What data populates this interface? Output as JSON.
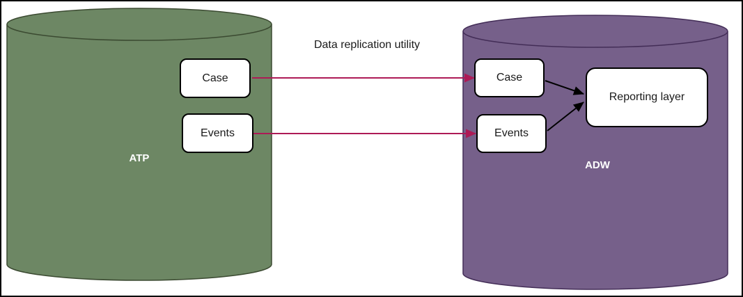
{
  "colors": {
    "atp_fill": "#6d8764",
    "atp_stroke": "#3b4a31",
    "adw_fill": "#76608a",
    "adw_stroke": "#432d57",
    "replication_arrow": "#ad1a56",
    "flow_arrow": "#000000"
  },
  "source_db": {
    "label": "ATP",
    "tables": [
      "Case",
      "Events"
    ]
  },
  "target_db": {
    "label": "ADW",
    "tables": [
      "Case",
      "Events"
    ],
    "reporting_label": "Reporting layer"
  },
  "replication_label": "Data replication utility"
}
